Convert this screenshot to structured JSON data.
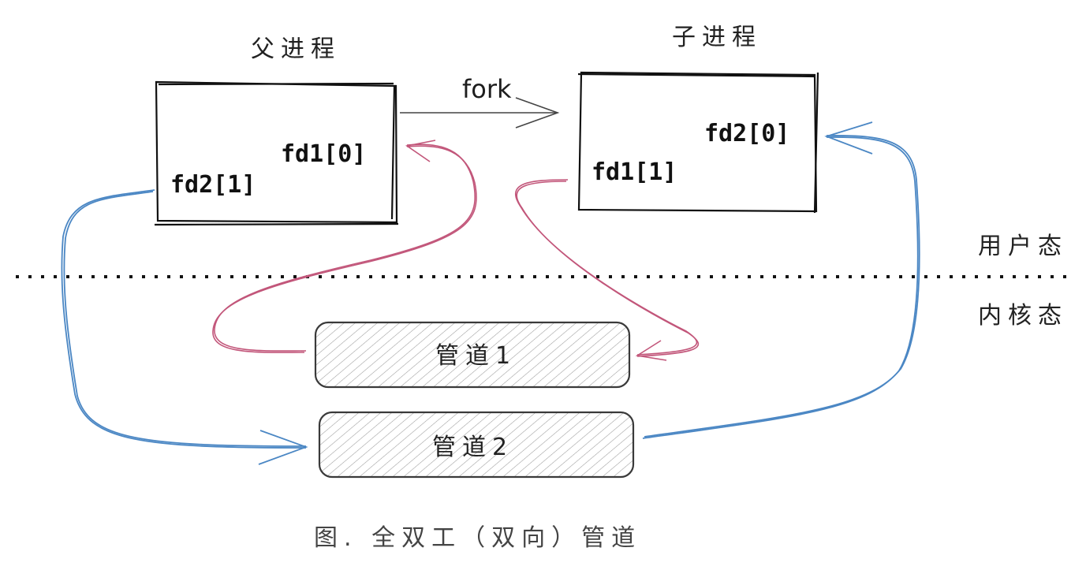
{
  "diagram": {
    "parent_process": {
      "title": "父进程",
      "fd_read": "fd1[0]",
      "fd_write": "fd2[1]"
    },
    "child_process": {
      "title": "子进程",
      "fd_read": "fd2[0]",
      "fd_write": "fd1[1]"
    },
    "fork_label": "fork",
    "user_space_label": "用户态",
    "kernel_space_label": "内核态",
    "pipes": [
      {
        "label": "管道1"
      },
      {
        "label": "管道2"
      }
    ],
    "caption": "图. 全双工（双向）管道",
    "colors": {
      "pipe1_flow": "#c2567a",
      "pipe2_flow": "#4b87c4",
      "box_stroke": "#111111",
      "pipe_fill_hatch": "#9a9a9a"
    }
  }
}
